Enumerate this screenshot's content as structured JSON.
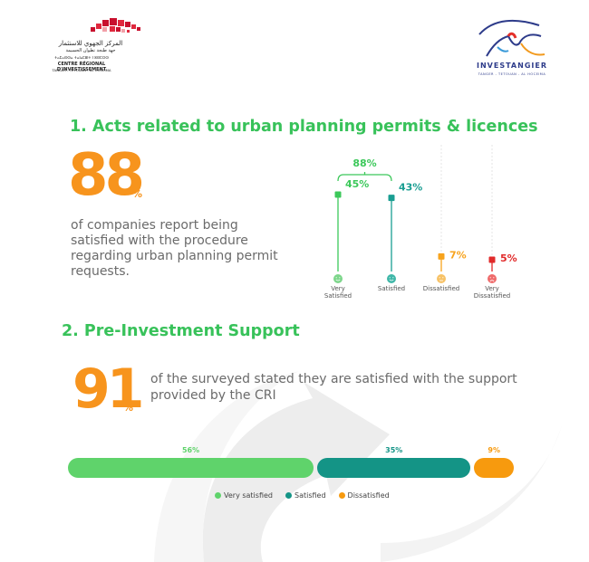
{
  "logos": {
    "cri": {
      "arabic": "المركز الجهوي للاستثمار",
      "arabic2": "جهة طنجة تطوان الحسيمة",
      "tifinagh": "ⵜⴰⵎⴰⵙⵙⴰ ⵜⴰⵏⴰⵎⵓⵏⵜ ⵏ ⵓⵙⵎⵔⵙ",
      "name": "CENTRE RÉGIONAL D'INVESTISSEMENT",
      "region": "TANGER - TÉTOUAN - AL HOCEIMA"
    },
    "investangier": {
      "name": "INVESTANGIER",
      "sub": "TANGER - TETOUAN - AL HOCEIMA"
    }
  },
  "section1": {
    "title": "1. Acts related to urban planning permits & licences",
    "big_number": "88",
    "percent_sign": "%",
    "description": "of companies report being satisfied with the procedure regarding urban planning permit requests."
  },
  "section2": {
    "title": "2. Pre-Investment Support",
    "big_number": "91",
    "percent_sign": "%",
    "description": "of the surveyed stated they are satisfied with the support provided by the CRI"
  },
  "chart_data": [
    {
      "type": "bar",
      "title": "",
      "bracket_label": "88%",
      "categories": [
        "Very Satisfied",
        "Satisfied",
        "Dissatisfied",
        "Very Dissatisfied"
      ],
      "values": [
        45,
        43,
        7,
        5
      ],
      "value_labels": [
        "45%",
        "43%",
        "7%",
        "5%"
      ],
      "colors": [
        "#3cc85a",
        "#1a9e92",
        "#f7a31d",
        "#e12a2a"
      ],
      "icons": [
        "smile-icon",
        "smile-icon",
        "neutral-face-icon",
        "sad-face-icon"
      ]
    },
    {
      "type": "bar",
      "title": "",
      "categories": [
        "Very satisfied",
        "Satisfied",
        "Dissatisfied"
      ],
      "values": [
        56,
        35,
        9
      ],
      "value_labels": [
        "56%",
        "35%",
        "9%"
      ],
      "colors": [
        "#5fd36b",
        "#149486",
        "#f79a0e"
      ]
    }
  ]
}
